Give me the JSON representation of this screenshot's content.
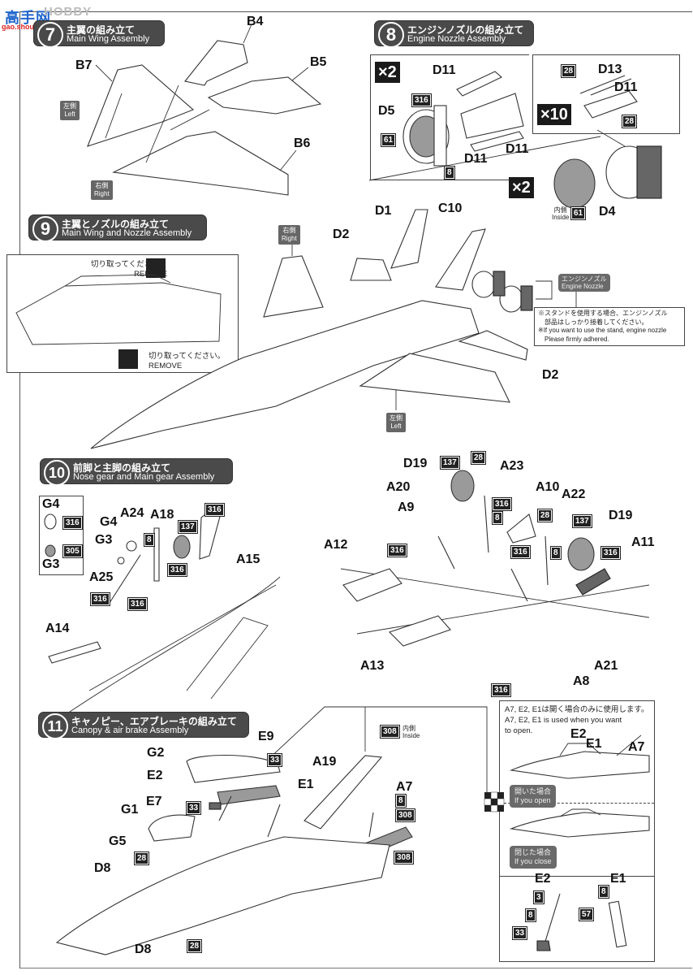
{
  "watermark": {
    "logo": "高手网",
    "title": "HOBBY SEARCH",
    "sub": "gao.shou.com"
  },
  "steps": {
    "s7": {
      "number": "7",
      "jp": "主翼の組み立て",
      "en": "Main Wing Assembly"
    },
    "s8": {
      "number": "8",
      "jp": "エンジンノズルの組み立て",
      "en": "Engine Nozzle Assembly"
    },
    "s9": {
      "number": "9",
      "jp": "主翼とノズルの組み立て",
      "en": "Main Wing and Nozzle Assembly"
    },
    "s10": {
      "number": "10",
      "jp": "前脚と主脚の組み立て",
      "en": "Nose gear and Main gear Assembly"
    },
    "s11": {
      "number": "11",
      "jp": "キャノピー、エアブレーキの組み立て",
      "en": "Canopy & air brake Assembly"
    }
  },
  "step7": {
    "parts": [
      "B4",
      "B7",
      "B5",
      "B6"
    ],
    "left_tag": {
      "jp": "左側",
      "en": "Left"
    },
    "right_tag": {
      "jp": "右側",
      "en": "Right"
    }
  },
  "step8": {
    "multiplier_a": "×2",
    "multiplier_b": "×10",
    "multiplier_c": "×2",
    "parts": [
      "D11",
      "D5",
      "D11",
      "D11",
      "D13",
      "D11",
      "D4"
    ],
    "colors": [
      "316",
      "61",
      "8",
      "28",
      "28",
      "61"
    ],
    "inside": {
      "jp": "内側",
      "en": "Inside"
    }
  },
  "step9": {
    "remove_1": {
      "jp": "切り取ってください。",
      "en": "REMOVE"
    },
    "remove_2": {
      "jp": "切り取ってください。",
      "en": "REMOVE"
    },
    "parts": [
      "D1",
      "C10",
      "D2",
      "D2"
    ],
    "right_tag": {
      "jp": "右側",
      "en": "Right"
    },
    "left_tag": {
      "jp": "左側",
      "en": "Left"
    },
    "nozzle_tag": {
      "jp": "エンジンノズル",
      "en": "Engine Nozzle"
    },
    "note": {
      "jp1": "※スタンドを使用する場合、エンジンノズル",
      "jp2": "部品はしっかり接着してください。",
      "en1": "※If you want to use the stand, engine nozzle",
      "en2": "Please firmly adhered."
    }
  },
  "step10": {
    "inset": {
      "g4": "G4",
      "g3": "G3",
      "c316": "316",
      "c305": "305"
    },
    "left_parts": [
      "G4",
      "A24",
      "A18",
      "G3",
      "A15",
      "A25",
      "A14"
    ],
    "left_colors": [
      "8",
      "137",
      "316",
      "316",
      "316",
      "316"
    ],
    "right_parts": [
      "D19",
      "A23",
      "A20",
      "A10",
      "A22",
      "A9",
      "D19",
      "A12",
      "A11",
      "A13",
      "A21",
      "A8"
    ],
    "right_colors": [
      "137",
      "28",
      "316",
      "8",
      "28",
      "137",
      "316",
      "8",
      "316",
      "316",
      "316"
    ]
  },
  "step11": {
    "parts": [
      "E9",
      "G2",
      "E2",
      "A19",
      "E1",
      "E7",
      "G1",
      "A7",
      "G5",
      "D8",
      "D8"
    ],
    "colors": [
      "33",
      "33",
      "308",
      "8",
      "308",
      "308",
      "28",
      "28"
    ],
    "inside": {
      "jp": "内側",
      "en": "Inside"
    },
    "option_note": {
      "jp": "A7, E2, E1は開く場合のみに使用します。",
      "en1": "A7, E2, E1 is used when you want",
      "en2": "to open."
    },
    "open_tag": {
      "jp": "開いた場合",
      "en": "If you open"
    },
    "close_tag": {
      "jp": "閉じた場合",
      "en": "If you close"
    },
    "open_parts": [
      "E2",
      "E1",
      "A7"
    ],
    "detail": {
      "e2": "E2",
      "e1": "E1",
      "e2_colors": [
        "3",
        "8",
        "33"
      ],
      "e1_colors": [
        "8",
        "57"
      ]
    }
  }
}
